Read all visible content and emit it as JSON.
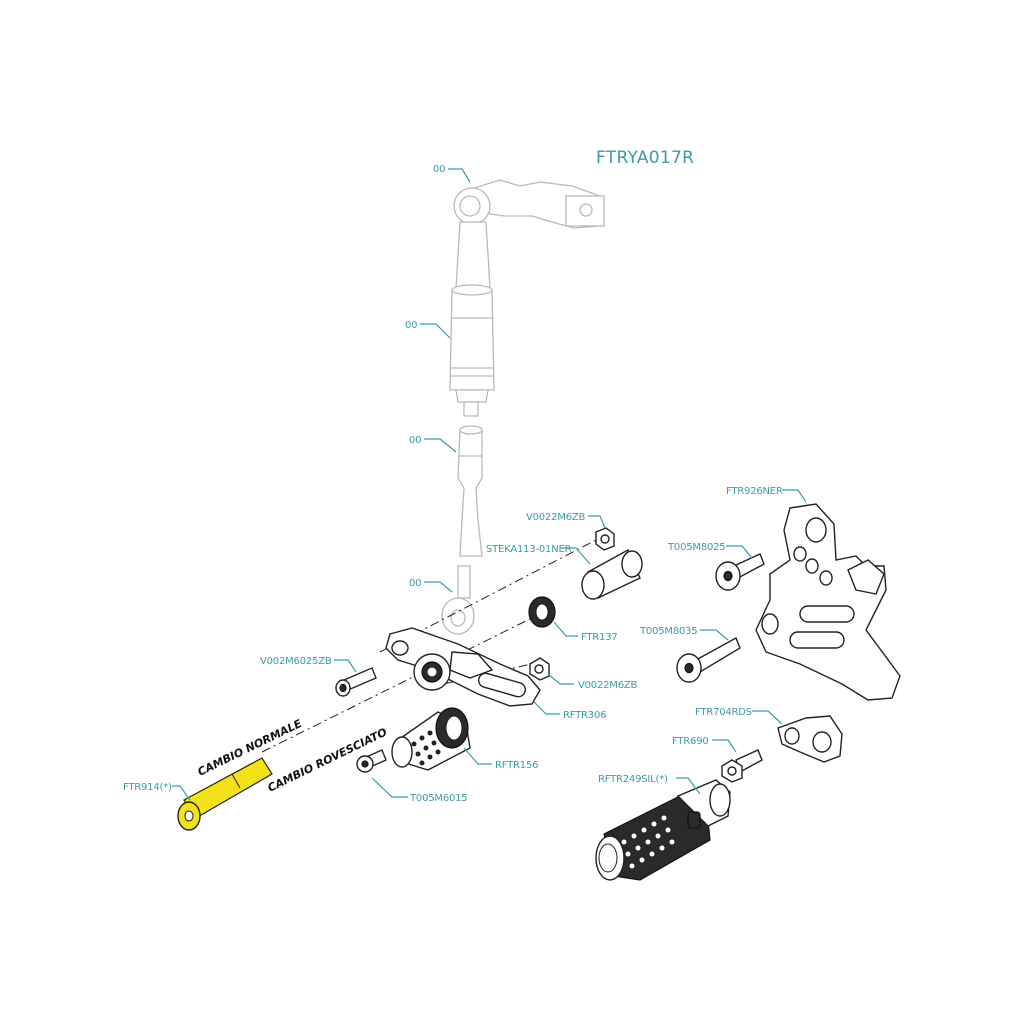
{
  "title": "FTRYA017R",
  "labels": {
    "rod_top": "00",
    "rod_upper": "00",
    "rod_mid": "00",
    "rod_bottom": "00",
    "nut_top": "V0022M6ZB",
    "spacer": "STEKA113-01NER",
    "washer": "FTR137",
    "screw_small": "V002M6025ZB",
    "nut_mid": "V0022M6ZB",
    "lever": "RFTR306",
    "peg_small": "RFTR156",
    "screw_bottom": "T005M6015",
    "pin_highlight": "FTR914(*)",
    "bracket": "FTR926NER",
    "bracket_screw_top": "T005M8025",
    "bracket_screw_bottom": "T005M8035",
    "peg_plate": "FTR704RDS",
    "peg_bolt": "FTR690",
    "peg_large": "RFTR249SIL(*)"
  },
  "annotations": {
    "normal": "CAMBIO NORMALE",
    "reverse": "CAMBIO ROVESCIATO"
  },
  "colors": {
    "label": "#3e9aa6",
    "highlight": "#f3e11a",
    "line": "#222222",
    "ghost": "#b9b9b9"
  }
}
